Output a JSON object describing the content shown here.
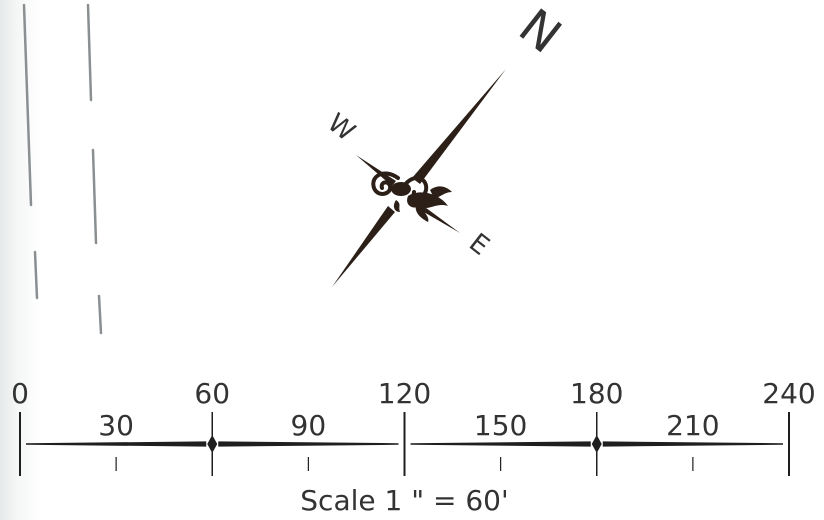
{
  "compass": {
    "north_label": "N",
    "east_label": "E",
    "west_label": "W"
  },
  "scale_bar": {
    "major_ticks": [
      {
        "value": 0,
        "label": "0"
      },
      {
        "value": 60,
        "label": "60"
      },
      {
        "value": 120,
        "label": "120"
      },
      {
        "value": 180,
        "label": "180"
      },
      {
        "value": 240,
        "label": "240"
      }
    ],
    "minor_ticks": [
      {
        "value": 30,
        "label": "30"
      },
      {
        "value": 90,
        "label": "90"
      },
      {
        "value": 150,
        "label": "150"
      },
      {
        "value": 210,
        "label": "210"
      }
    ],
    "caption": "Scale 1 \" = 60'"
  },
  "colors": {
    "compass_fill": "#2b1f18",
    "scale_ink": "#1f1f1f",
    "label_ink": "#333333",
    "road_line": "#8a8f92",
    "edge_fade": "#e6e9ea"
  }
}
